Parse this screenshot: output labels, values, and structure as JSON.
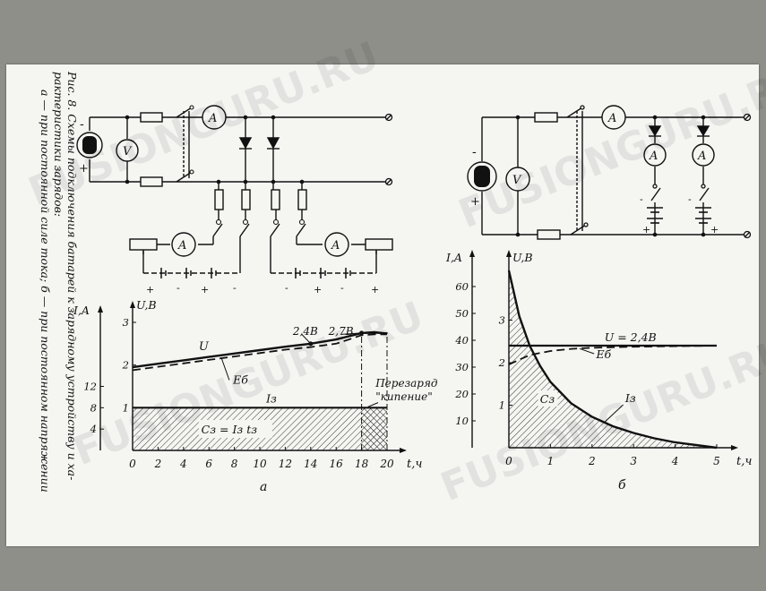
{
  "caption": {
    "line1": "Рис. 8. Схемы подключения батарей к зарядному устройству и ха-",
    "line2": "рактеристики зарядов:",
    "line3": "а — при постоянной силе тока; б — при постоянном напряжении"
  },
  "watermark": "FUSIONGURU.RU",
  "circuit_a": {
    "meter_ammeter": "A",
    "meter_voltmeter": "V",
    "sign_minus": "-",
    "sign_plus": "+"
  },
  "circuit_b": {
    "meter_ammeter": "A",
    "meter_voltmeter": "V",
    "sign_minus": "-",
    "sign_plus": "+"
  },
  "chart_data": [
    {
      "type": "line",
      "panel_label": "а",
      "xlabel": "t,ч",
      "ylabel_left": "I,A",
      "ylabel_right": "U,В",
      "x_ticks": [
        0,
        2,
        4,
        6,
        8,
        10,
        12,
        14,
        16,
        18,
        20
      ],
      "xlim": [
        0,
        20
      ],
      "current_ticks": [
        4,
        8,
        12
      ],
      "voltage_ticks": [
        1.0,
        2.0,
        3.0
      ],
      "series": [
        {
          "name": "U",
          "x": [
            0,
            2,
            4,
            6,
            8,
            10,
            12,
            14,
            16,
            18,
            19,
            20
          ],
          "y": [
            1.95,
            2.03,
            2.11,
            2.19,
            2.27,
            2.35,
            2.43,
            2.5,
            2.6,
            2.75,
            2.77,
            2.74
          ]
        },
        {
          "name": "Eб",
          "x": [
            0,
            2,
            4,
            6,
            8,
            10,
            12,
            14,
            16,
            17,
            18,
            19,
            20
          ],
          "y": [
            1.88,
            1.96,
            2.04,
            2.12,
            2.2,
            2.28,
            2.36,
            2.42,
            2.5,
            2.6,
            2.7,
            2.72,
            2.72
          ]
        },
        {
          "name": "Iз",
          "x": [
            0,
            20
          ],
          "y": [
            1.0,
            1.0
          ]
        }
      ],
      "annotations": [
        {
          "text": "2,4В",
          "x": 14
        },
        {
          "text": "2,7В",
          "x": 18
        },
        {
          "text": "Перезаряд",
          "x": 19
        },
        {
          "text": "\"кипение\"",
          "x": 19
        },
        {
          "text": "Cз = Iз tз",
          "x": 8
        }
      ]
    },
    {
      "type": "line",
      "panel_label": "б",
      "xlabel": "t,ч",
      "ylabel_left": "I,A",
      "ylabel_right": "U,В",
      "x_ticks": [
        0,
        1,
        2,
        3,
        4,
        5
      ],
      "xlim": [
        0,
        5
      ],
      "current_ticks": [
        10,
        20,
        30,
        40,
        50,
        60
      ],
      "voltage_ticks": [
        1.0,
        2.0,
        3.0
      ],
      "series": [
        {
          "name": "U = 2,4В",
          "x": [
            0,
            5
          ],
          "y": [
            38,
            38
          ]
        },
        {
          "name": "Eб",
          "x": [
            0,
            0.5,
            1,
            1.5,
            2,
            3,
            4,
            5
          ],
          "y": [
            31,
            34.5,
            36,
            36.8,
            37.2,
            37.6,
            37.8,
            38
          ]
        },
        {
          "name": "Iз",
          "x": [
            0,
            0.25,
            0.5,
            0.75,
            1,
            1.5,
            2,
            2.5,
            3,
            3.5,
            4,
            4.5,
            5
          ],
          "y": [
            66,
            49,
            38,
            30.5,
            24.5,
            16.5,
            11.5,
            8,
            5.5,
            3.5,
            2,
            1,
            0
          ]
        }
      ],
      "annotations": [
        {
          "text": "Cз",
          "x": 0.9
        }
      ]
    }
  ]
}
